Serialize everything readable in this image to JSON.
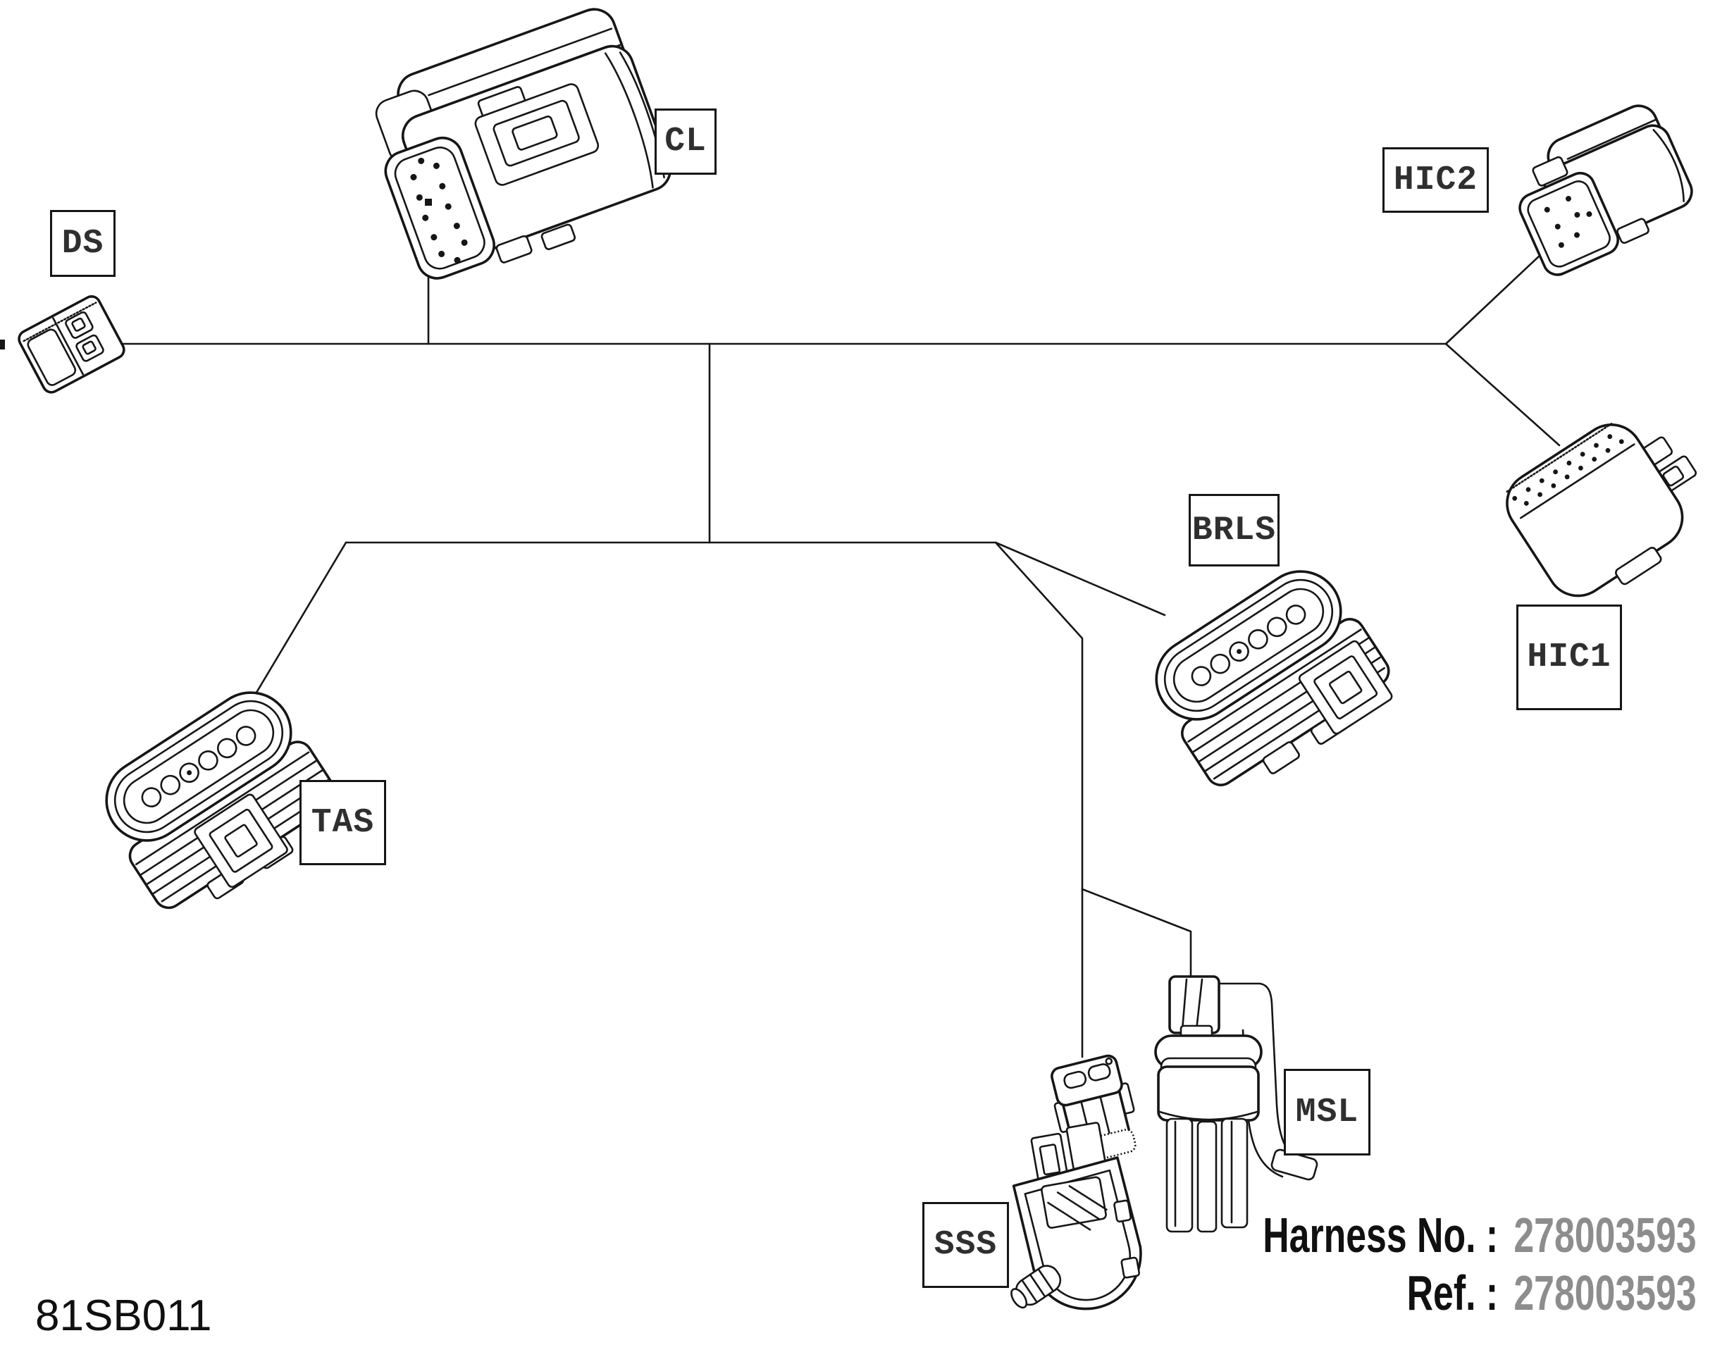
{
  "page": {
    "background": "#ffffff"
  },
  "connectors": [
    {
      "id": "ds",
      "label": "DS"
    },
    {
      "id": "cl",
      "label": "CL"
    },
    {
      "id": "hic2",
      "label": "HIC2"
    },
    {
      "id": "hic1",
      "label": "HIC1"
    },
    {
      "id": "brls",
      "label": "BRLS"
    },
    {
      "id": "tas",
      "label": "TAS"
    },
    {
      "id": "msl",
      "label": "MSL"
    },
    {
      "id": "sss",
      "label": "SSS"
    }
  ],
  "footer": {
    "drawing_code": "81SB011",
    "harness_label": "Harness No. :",
    "harness_number": "278003593",
    "ref_label": "Ref. :",
    "ref_number": "278003593"
  },
  "colors": {
    "line_color": "#161616",
    "border_color": "#161616",
    "label_color": "#2f2f2f",
    "number_color": "#8d8d8d",
    "text_color": "#101010",
    "bg_color": "#ffffff"
  }
}
